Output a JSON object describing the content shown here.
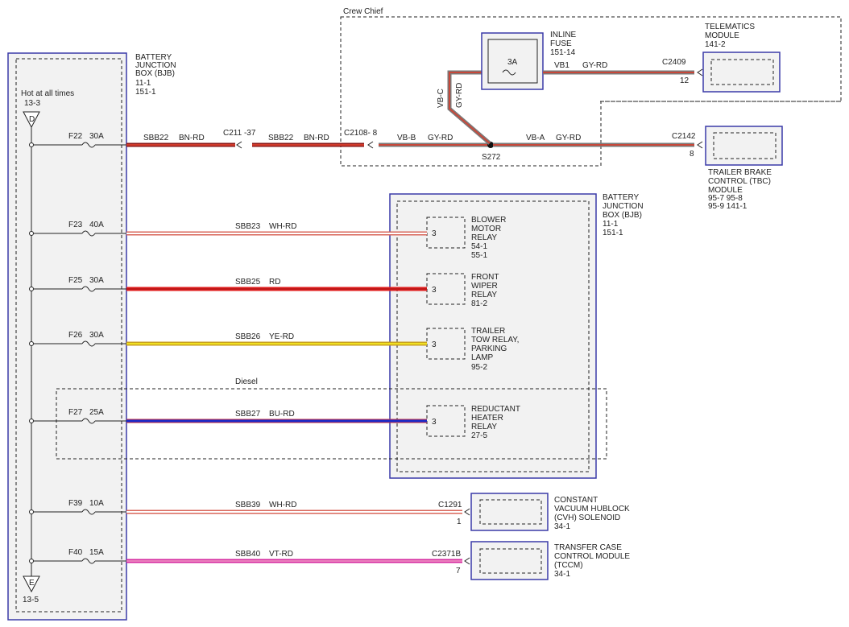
{
  "bjb_left": {
    "title_lines": [
      "BATTERY",
      "JUNCTION",
      "BOX (BJB)",
      "11-1",
      "151-1"
    ],
    "hot_label": "Hot at all times",
    "hot_ref": "13-3",
    "top_connector": "D",
    "bottom_connector": "E",
    "bottom_ref": "13-5"
  },
  "fuses": [
    {
      "id": "F22",
      "rating": "30A"
    },
    {
      "id": "F23",
      "rating": "40A"
    },
    {
      "id": "F25",
      "rating": "30A"
    },
    {
      "id": "F26",
      "rating": "30A"
    },
    {
      "id": "F27",
      "rating": "25A"
    },
    {
      "id": "F39",
      "rating": "10A"
    },
    {
      "id": "F40",
      "rating": "15A"
    }
  ],
  "circuits": [
    {
      "circuit": "SBB22",
      "color": "BN-RD"
    },
    {
      "circuit": "SBB23",
      "color": "WH-RD"
    },
    {
      "circuit": "SBB25",
      "color": "RD"
    },
    {
      "circuit": "SBB26",
      "color": "YE-RD"
    },
    {
      "circuit": "SBB27",
      "color": "BU-RD"
    },
    {
      "circuit": "SBB39",
      "color": "WH-RD"
    },
    {
      "circuit": "SBB40",
      "color": "VT-RD"
    }
  ],
  "f22_path": {
    "inline_connector": "C211 -37",
    "circuit_after": "SBB22",
    "color_after": "BN-RD",
    "crew_connector": "C2108- 8",
    "vbb_circuit": "VB-B",
    "vbb_color": "GY-RD",
    "splice": "S272",
    "vba_circuit": "VB-A",
    "vba_color": "GY-RD",
    "vbc_circuit": "VB-C",
    "vbc_color": "GY-RD",
    "vb1_circuit": "VB1",
    "vb1_color": "GY-RD"
  },
  "crew_chief": {
    "label": "Crew Chief",
    "inline_fuse_rating": "3A",
    "inline_fuse_lines": [
      "INLINE",
      "FUSE",
      "151-14"
    ],
    "telematics_lines": [
      "TELEMATICS",
      "MODULE",
      "141-2"
    ],
    "telematics_connector": "C2409",
    "telematics_pin": "12"
  },
  "trailer_brake": {
    "lines": [
      "TRAILER BRAKE",
      "CONTROL (TBC)",
      "MODULE",
      "95-7    95-8",
      "95-9    141-1"
    ],
    "connector": "C2142",
    "pin": "8"
  },
  "bjb_right": {
    "title_lines": [
      "BATTERY",
      "JUNCTION",
      "BOX (BJB)",
      "11-1",
      "151-1"
    ],
    "relays": [
      {
        "pin": "3",
        "lines": [
          "BLOWER",
          "MOTOR",
          "RELAY",
          "54-1",
          "55-1"
        ]
      },
      {
        "pin": "3",
        "lines": [
          "FRONT",
          "WIPER",
          "RELAY",
          "81-2"
        ]
      },
      {
        "pin": "3",
        "lines": [
          "TRAILER",
          "TOW RELAY,",
          "PARKING",
          "LAMP",
          "95-2"
        ]
      },
      {
        "pin": "3",
        "lines": [
          "REDUCTANT",
          "HEATER",
          "RELAY",
          "27-5"
        ]
      }
    ]
  },
  "diesel": {
    "label": "Diesel"
  },
  "cvh": {
    "lines": [
      "CONSTANT",
      "VACUUM HUBLOCK",
      "(CVH) SOLENOID",
      "34-1"
    ],
    "connector": "C1291",
    "pin": "1"
  },
  "tccm": {
    "lines": [
      "TRANSFER CASE",
      "CONTROL MODULE",
      "(TCCM)",
      "34-1"
    ],
    "connector": "C2371B",
    "pin": "7"
  },
  "colors": {
    "BN-RD": [
      "#8b1a1a",
      "#d23a2a"
    ],
    "GY-RD": [
      "#7a7a7a",
      "#c9483a"
    ],
    "WH-RD": [
      "#ffffff",
      "#d8665a"
    ],
    "RD": [
      "#e02020",
      "#a01010"
    ],
    "YE-RD": [
      "#f0e020",
      "#c8a020"
    ],
    "BU-RD": [
      "#1a2ac8",
      "#c83040"
    ],
    "VT-RD": [
      "#d62aa0",
      "#e05a7a"
    ],
    "module_border": "#3a3aa8"
  }
}
